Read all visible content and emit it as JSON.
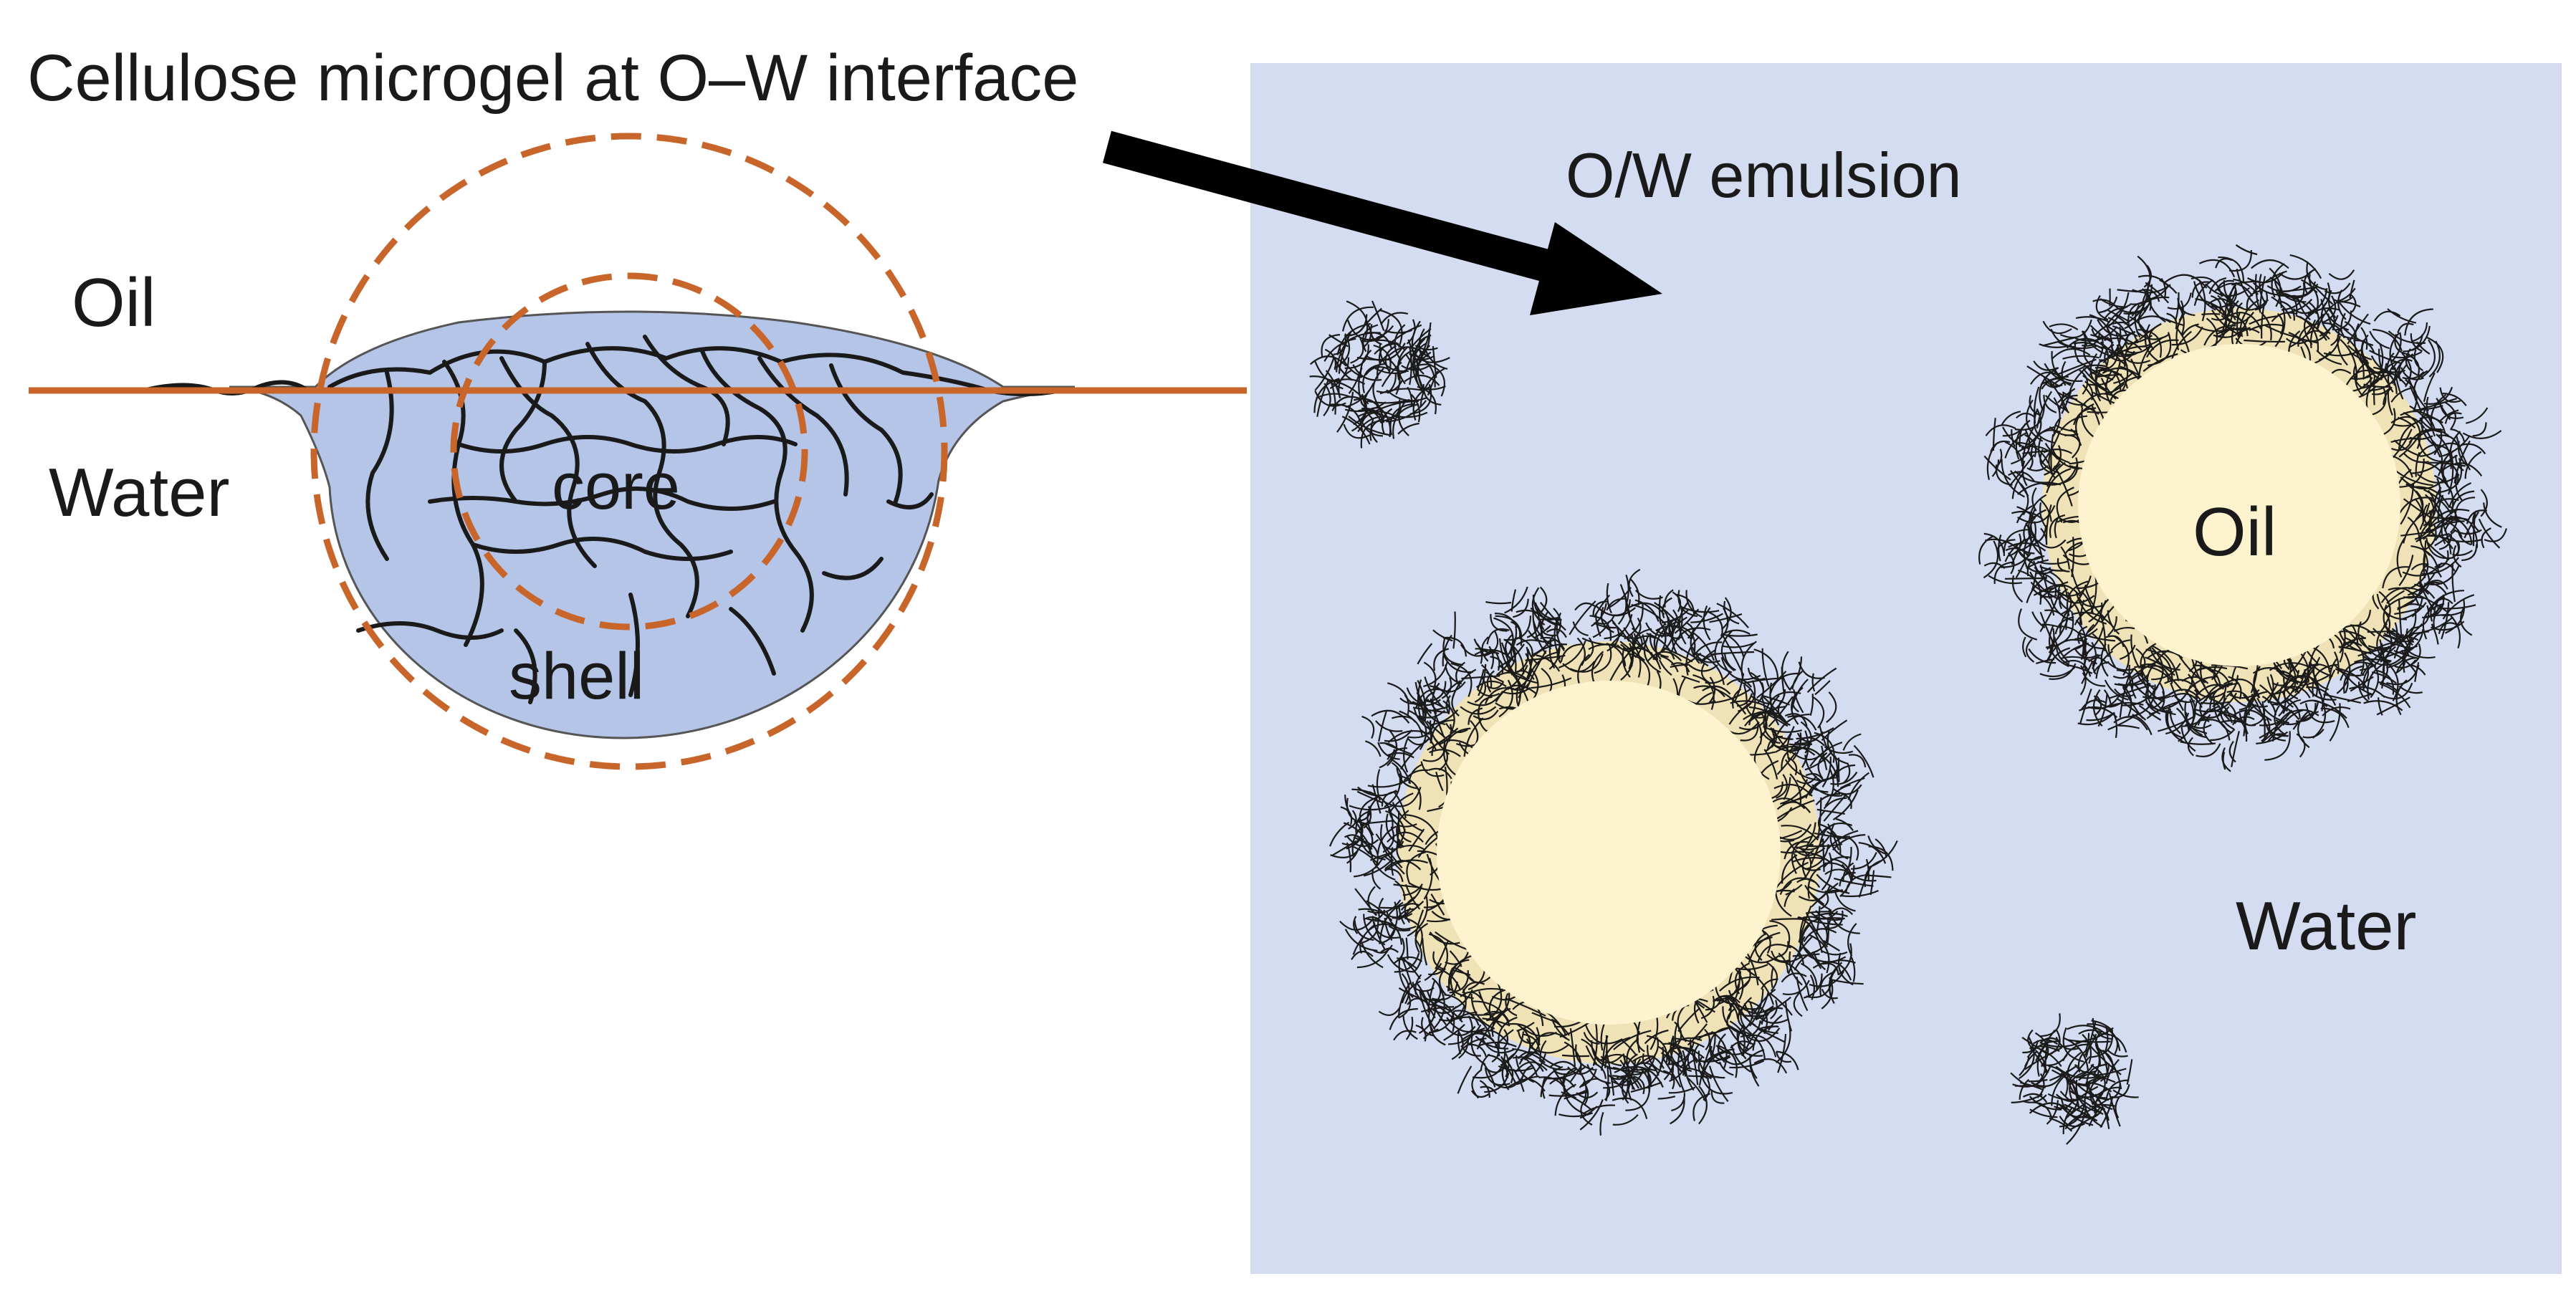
{
  "title": "Cellulose microgel at O–W interface",
  "left_panel": {
    "oil_label": "Oil",
    "water_label": "Water",
    "core_label": "core",
    "shell_label": "shell"
  },
  "right_panel": {
    "emulsion_label": "O/W emulsion",
    "oil_label": "Oil",
    "water_label": "Water"
  },
  "colors": {
    "interface_line": "#c8652a",
    "microgel_fill": "#b4c5e8",
    "panel_bg": "#d3dcf0",
    "oil_droplet": "#fdf3cf",
    "fiber": "#1a1a1a",
    "arrow": "#000000"
  }
}
